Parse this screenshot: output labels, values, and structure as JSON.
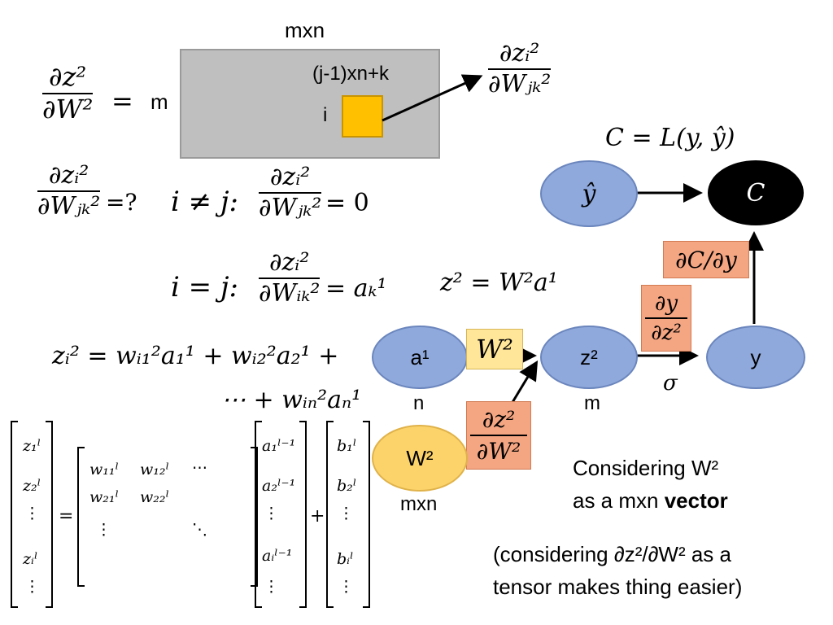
{
  "top_matrix": {
    "size_label": "mxn",
    "row_label": "m",
    "index_col_label": "(j-1)xn+k",
    "index_row_label": "i",
    "lhs_num": "∂z²",
    "lhs_den": "∂W²",
    "lhs_eq": "=",
    "rhs_num": "∂zᵢ²",
    "rhs_den": "∂Wⱼₖ²"
  },
  "question": {
    "num": "∂zᵢ²",
    "den": "∂Wⱼₖ²",
    "eq": "=?"
  },
  "case_neq": {
    "cond": "i ≠ j:",
    "num": "∂zᵢ²",
    "den": "∂Wⱼₖ²",
    "result": "= 0"
  },
  "case_eq": {
    "cond": "i = j:",
    "num": "∂zᵢ²",
    "den": "∂Wᵢₖ²",
    "result": "= aₖ¹"
  },
  "sum_eq": {
    "line1": "zᵢ² = wᵢ₁²a₁¹ + wᵢ₂²a₂¹ +",
    "line2": "⋯ + wᵢₙ²aₙ¹"
  },
  "matrix_eq": {
    "z": [
      "z₁ˡ",
      "z₂ˡ",
      "⋮",
      "zᵢˡ",
      "⋮"
    ],
    "w_row1": [
      "w₁₁ˡ",
      "w₁₂ˡ",
      "⋯"
    ],
    "w_row2": [
      "w₂₁ˡ",
      "w₂₂ˡ"
    ],
    "w_dots": [
      "⋮",
      "⋱"
    ],
    "a": [
      "a₁ˡ⁻¹",
      "a₂ˡ⁻¹",
      "⋮",
      "aᵢˡ⁻¹",
      "⋮"
    ],
    "b": [
      "b₁ˡ",
      "b₂ˡ",
      "⋮",
      "bᵢˡ",
      "⋮"
    ],
    "eq": "=",
    "plus": "+"
  },
  "graph": {
    "cost_def": "C = L(y, ŷ)",
    "z_def": "z² = W²a¹",
    "yhat": "ŷ",
    "C": "C",
    "a1": "a¹",
    "z2": "z²",
    "y": "y",
    "W2_node": "W²",
    "W2_box": "W²",
    "n_label": "n",
    "m_label": "m",
    "mxn_label": "mxn",
    "sigma": "σ",
    "dC_dy": "∂C/∂y",
    "dy_num": "∂y",
    "dy_den": "∂z²",
    "dz_num": "∂z²",
    "dz_den": "∂W²"
  },
  "notes": {
    "line1": "Considering W²",
    "line2_a": "as a mxn ",
    "line2_b": "vector",
    "line3": "(considering ∂z²/∂W² as a",
    "line4": "tensor makes thing easier)"
  },
  "colors": {
    "grey_box": "#bfbfbf",
    "orange_cell": "#ffc000",
    "blue_node": "#8fa9dc",
    "gold_node": "#fcd36b",
    "salmon_box": "#f4a582",
    "yellow_box": "#ffe699"
  }
}
